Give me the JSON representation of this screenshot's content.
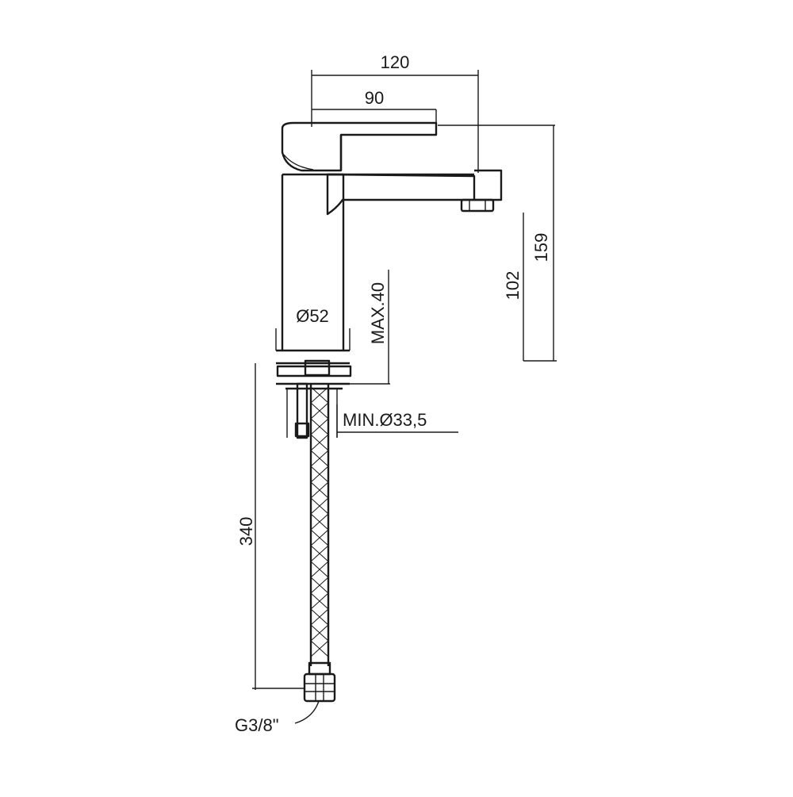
{
  "dimensions": {
    "total_length": "120",
    "lever_length": "90",
    "total_height": "159",
    "spout_height": "102",
    "body_diameter": "Ø52",
    "max_deck_thickness": "MAX.40",
    "min_hole_diameter": "MIN.Ø33,5",
    "hose_length": "340",
    "thread": "G3/8\""
  },
  "colors": {
    "line": "#1a1a1a",
    "background": "#ffffff"
  }
}
